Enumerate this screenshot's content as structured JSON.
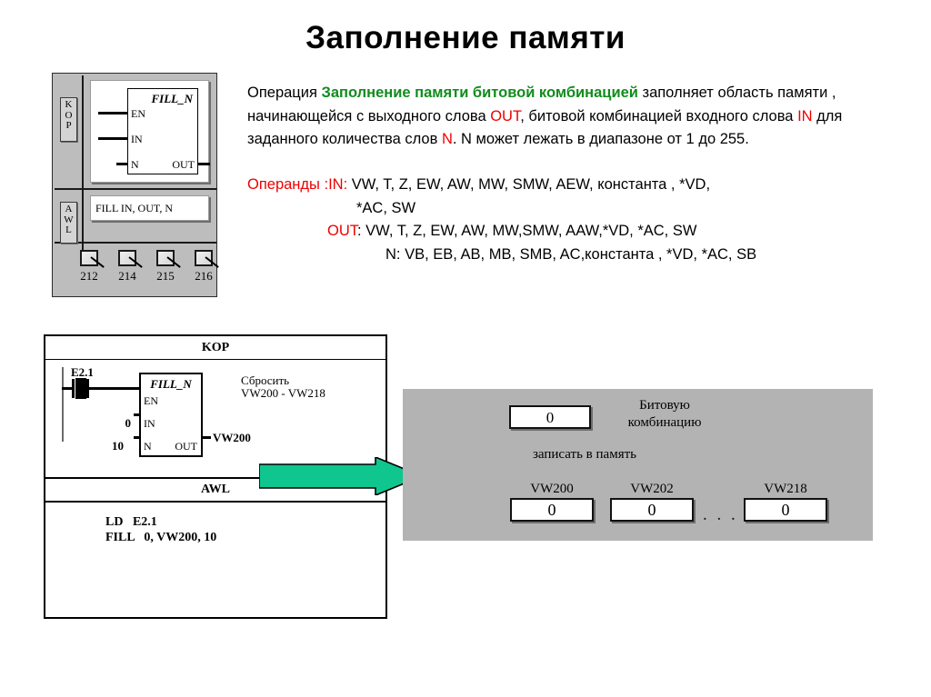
{
  "title": "Заполнение памяти",
  "description": {
    "p1_a": "Операция ",
    "p1_green": "Заполнение памяти битовой комбинацией",
    "p1_b": " заполняет область памяти , начинающейся с выходного слова ",
    "p1_out": "OUT",
    "p1_c": ", битовой комбинацией входного слова ",
    "p1_in": "IN",
    "p1_d": " для заданного количества слов ",
    "p1_n": "N",
    "p1_e": ". N может лежать в диапазоне от 1 до 255."
  },
  "operands": {
    "label": "Операнды :",
    "in_key": "IN:",
    "in_line1": " VW, T, Z, EW, AW, MW, SMW, AEW, константа , *VD,",
    "in_line2": "*AC, SW",
    "out_key": "OUT",
    "out_line": ": VW, T, Z, EW, AW, MW,SMW, AAW,*VD, *AC, SW",
    "n_line": "N: VB, EB, AB, MB, SMB, AC,константа , *VD, *AC, SB"
  },
  "device_panel": {
    "kop_tab": "KOP",
    "awl_tab": "AWL",
    "block_title": "FILL_N",
    "pins": {
      "en": "EN",
      "in": "IN",
      "n": "N",
      "out": "OUT"
    },
    "awl_text": "FILL IN, OUT, N",
    "cpus": [
      "212",
      "214",
      "215",
      "216"
    ]
  },
  "program": {
    "kop_header": "KOP",
    "awl_header": "AWL",
    "contact_label": "E2.1",
    "block_title": "FILL_N",
    "pins": {
      "en": "EN",
      "in": "IN",
      "n": "N",
      "out": "OUT"
    },
    "in_value": "0",
    "n_value": "10",
    "out_value": "VW200",
    "comment_line1": "Сбросить",
    "comment_line2": "VW200 - VW218",
    "awl_code": "LD   E2.1\nFILL   0, VW200, 10"
  },
  "memory_panel": {
    "bit_value": "0",
    "bit_label_line1": "Битовую",
    "bit_label_line2": "комбинацию",
    "write_label": "записать в память",
    "ellipsis": ". . .",
    "cells": [
      {
        "name": "VW200",
        "value": "0"
      },
      {
        "name": "VW202",
        "value": "0"
      },
      {
        "name": "VW218",
        "value": "0"
      }
    ]
  },
  "colors": {
    "accent_green": "#0fc68f",
    "text_green": "#118c1d",
    "text_red": "#ee0000",
    "panel_gray": "#b3b3b3",
    "device_gray": "#bdbdbd"
  }
}
